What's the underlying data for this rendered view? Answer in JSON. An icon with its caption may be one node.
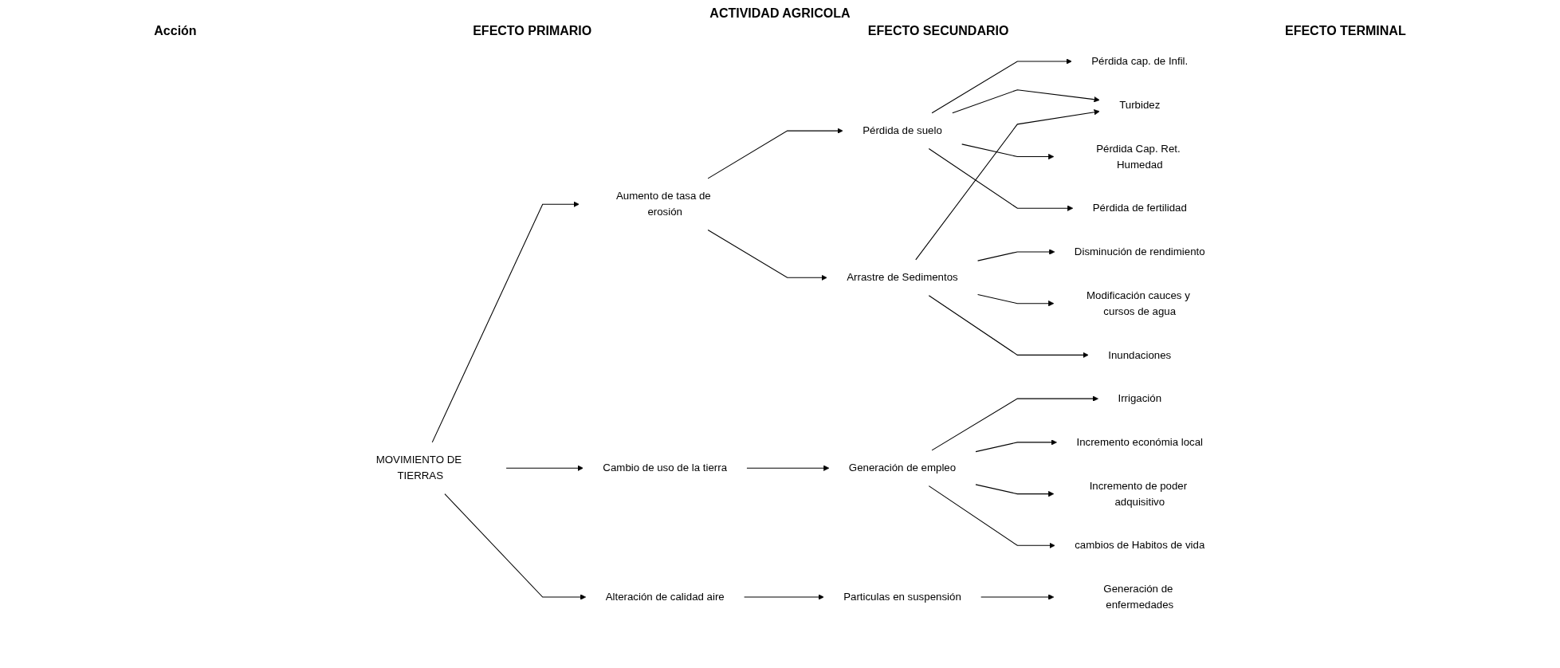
{
  "diagram": {
    "title": "ACTIVIDAD AGRICOLA",
    "nodes": [
      {
        "text": [
          "MOVIMIENTO DE TIERRAS"
        ]
      },
      {
        "text": [
          "Aumento de tasa de erosión"
        ]
      },
      {
        "text": [
          "Cambio de uso de la tierra"
        ]
      },
      {
        "text": [
          "Alteración de calidad aire"
        ]
      },
      {
        "text": [
          "Pérdida de suelo"
        ]
      },
      {
        "text": [
          "Arrastre de Sedimentos"
        ]
      },
      {
        "text": [
          "Generación de empleo"
        ]
      },
      {
        "text": [
          "Particulas en suspensión"
        ]
      },
      {
        "text": [
          "Pérdida cap. de Infil."
        ]
      },
      {
        "text": [
          "Turbidez"
        ]
      },
      {
        "text": [
          "Pérdida Cap. Ret. Humedad"
        ]
      },
      {
        "text": [
          "Pérdida de fertilidad"
        ]
      },
      {
        "text": [
          "Disminución de rendimiento"
        ]
      },
      {
        "text": [
          "Modificación cauces y cursos de agua"
        ]
      },
      {
        "text": [
          "Inundaciones"
        ]
      },
      {
        "text": [
          "Irrigación"
        ]
      },
      {
        "text": [
          "Incremento económia local"
        ]
      },
      {
        "text": [
          "Incremento de poder adquisitivo"
        ]
      },
      {
        "text": [
          "cambios de Habitos de vida"
        ]
      },
      {
        "text": [
          "Generación de enfermedades"
        ]
      }
    ],
    "edges": [
      {
        "from": 0,
        "to": 1,
        "arrow": "to"
      },
      {
        "from": 0,
        "to": 2,
        "arrow": "to"
      },
      {
        "from": 0,
        "to": 3,
        "arrow": "to"
      },
      {
        "from": 1,
        "to": 4,
        "arrow": "to"
      },
      {
        "from": 1,
        "to": 5,
        "arrow": "to"
      },
      {
        "from": 2,
        "to": 6,
        "arrow": "to"
      },
      {
        "from": 3,
        "to": 7,
        "arrow": "to"
      },
      {
        "from": 4,
        "to": 8,
        "arrow": "to"
      },
      {
        "from": 4,
        "to": 9,
        "arrow": "to"
      },
      {
        "from": 4,
        "to": 10,
        "arrow": "to"
      },
      {
        "from": 4,
        "to": 11,
        "arrow": "to"
      },
      {
        "from": 5,
        "to": 9,
        "arrow": "to"
      },
      {
        "from": 5,
        "to": 12,
        "arrow": "to"
      },
      {
        "from": 5,
        "to": 13,
        "arrow": "to"
      },
      {
        "from": 5,
        "to": 14,
        "arrow": "to"
      },
      {
        "from": 6,
        "to": 15,
        "arrow": "to"
      },
      {
        "from": 6,
        "to": 16,
        "arrow": "to"
      },
      {
        "from": 6,
        "to": 17,
        "arrow": "to"
      },
      {
        "from": 6,
        "to": 18,
        "arrow": "to"
      },
      {
        "from": 7,
        "to": 19,
        "arrow": "to"
      }
    ],
    "labels": [
      "Acción",
      "EFECTO PRIMARIO",
      "EFECTO SECUNDARIO",
      "EFECTO TERMINAL"
    ]
  }
}
